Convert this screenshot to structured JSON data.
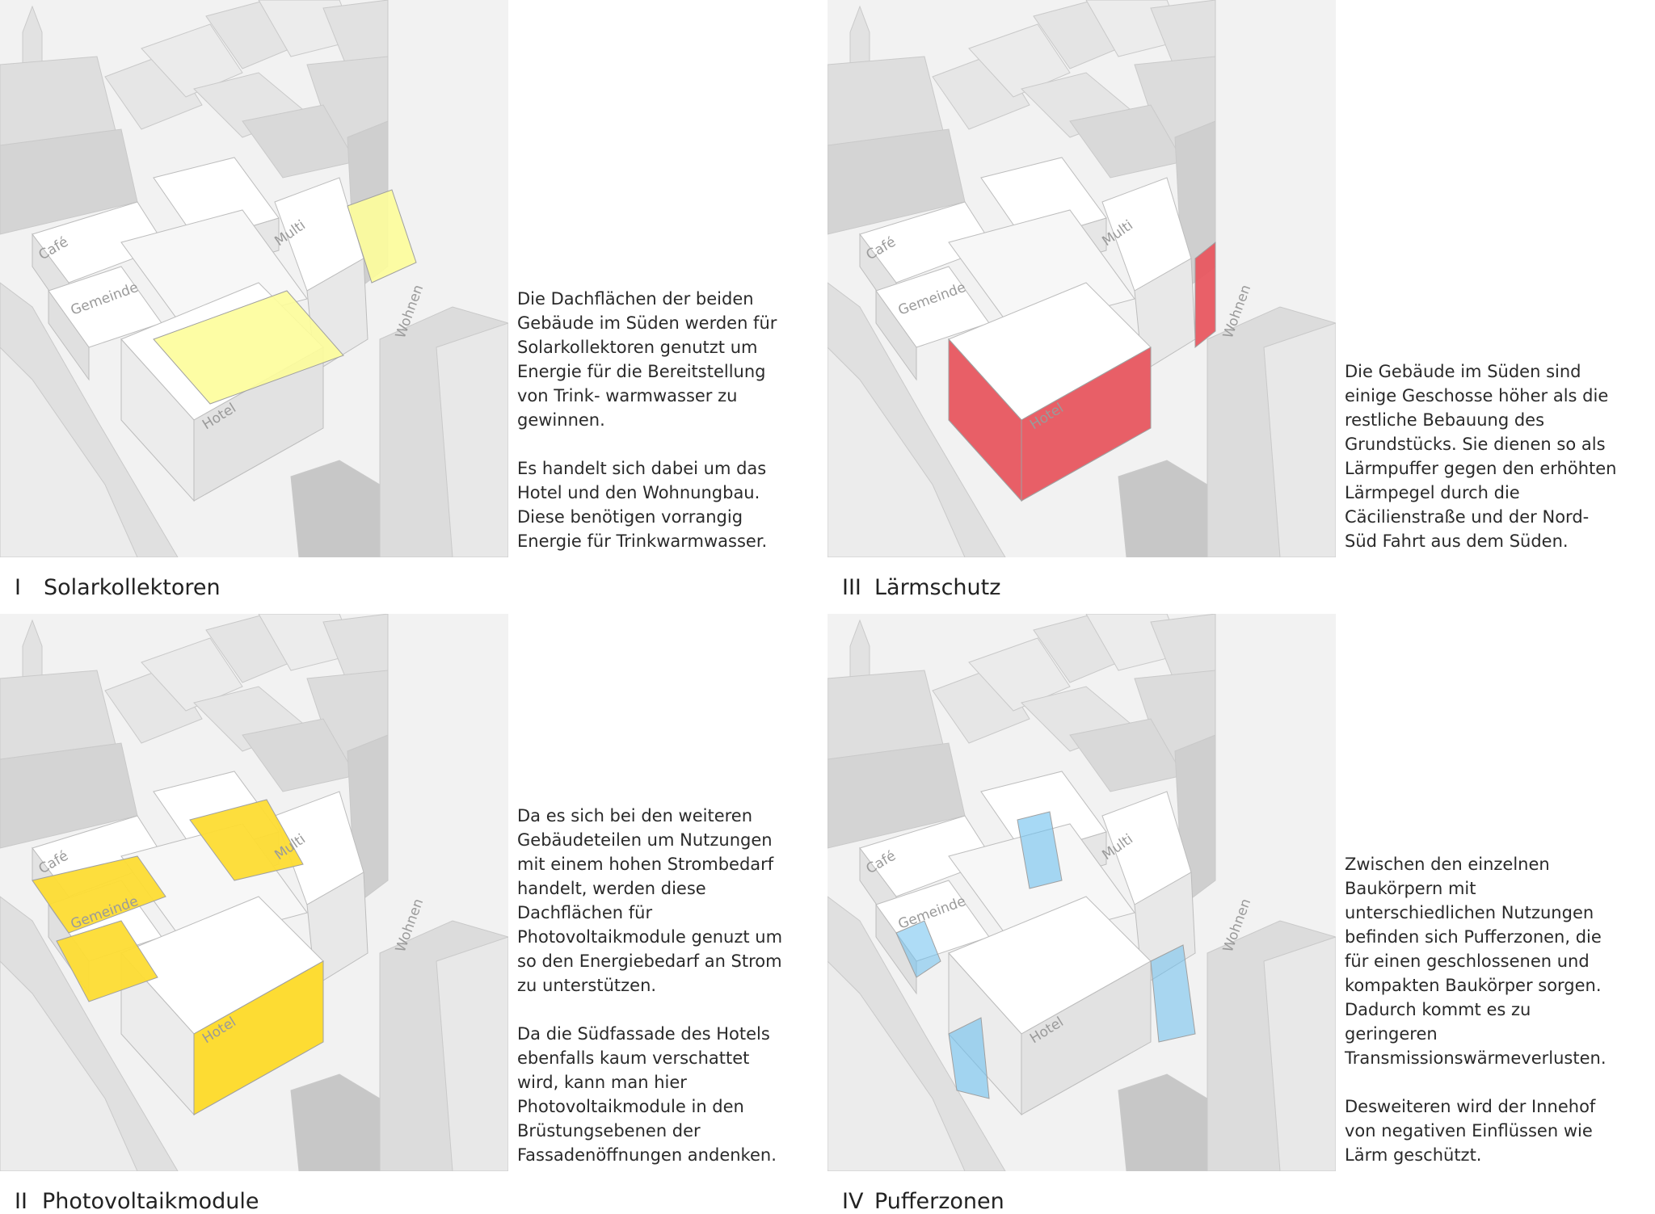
{
  "panels": [
    {
      "number": "I",
      "title": "Solarkollektoren",
      "paragraphs": [
        "Die Dachflächen der beiden Gebäude im Süden werden für Solarkollektoren genutzt um Energie für die Bereitstellung von Trink- warmwasser zu gewinnen.",
        "Es handelt sich dabei um das Hotel und den Wohnungbau. Diese benötigen vorrangig Energie für Trinkwarmwasser."
      ],
      "highlight_color": "#fdfd9a",
      "labels": {
        "cafe": "Café",
        "gemeinde": "Gemeinde",
        "multi": "Multi",
        "wohnen": "Wohnen",
        "hotel": "Hotel"
      }
    },
    {
      "number": "II",
      "title": "Photovoltaikmodule",
      "paragraphs": [
        "Da es sich bei den weiteren Gebäudeteilen um Nutzungen mit einem hohen Strombedarf handelt, werden diese Dachflächen für Photovoltaikmodule genuzt um so den Energiebedarf an Strom zu unterstützen.",
        "Da die Südfassade des Hotels ebenfalls kaum verschattet wird, kann man hier Photovoltaikmodule in den Brüstungsebenen der Fassadenöffnungen andenken."
      ],
      "highlight_color": "#fddc33",
      "labels": {
        "cafe": "Café",
        "gemeinde": "Gemeinde",
        "multi": "Multi",
        "wohnen": "Wohnen",
        "hotel": "Hotel"
      }
    },
    {
      "number": "III",
      "title": "Lärmschutz",
      "paragraphs": [
        "Die Gebäude im Süden sind einige Geschosse höher als die restliche Bebauung des Grundstücks. Sie dienen so als Lärmpuffer gegen den erhöhten Lärmpegel durch die Cäcilienstraße und der Nord-Süd Fahrt aus dem Süden."
      ],
      "highlight_color": "#e85760",
      "labels": {
        "cafe": "Café",
        "gemeinde": "Gemeinde",
        "multi": "Multi",
        "wohnen": "Wohnen",
        "hotel": "Hotel"
      }
    },
    {
      "number": "IV",
      "title": "Pufferzonen",
      "paragraphs": [
        "Zwischen den einzelnen Baukörpern mit unterschiedlichen Nutzungen befinden sich Pufferzonen, die für einen  geschlossenen und kompakten Baukörper sorgen. Dadurch kommt es zu geringeren Transmissionswärmeverlusten.",
        "Desweiteren wird der Innehof von negativen Einflüssen wie Lärm geschützt."
      ],
      "highlight_color": "#6cc0ee",
      "labels": {
        "cafe": "Café",
        "gemeinde": "Gemeinde",
        "multi": "Multi",
        "wohnen": "Wohnen",
        "hotel": "Hotel"
      }
    }
  ]
}
